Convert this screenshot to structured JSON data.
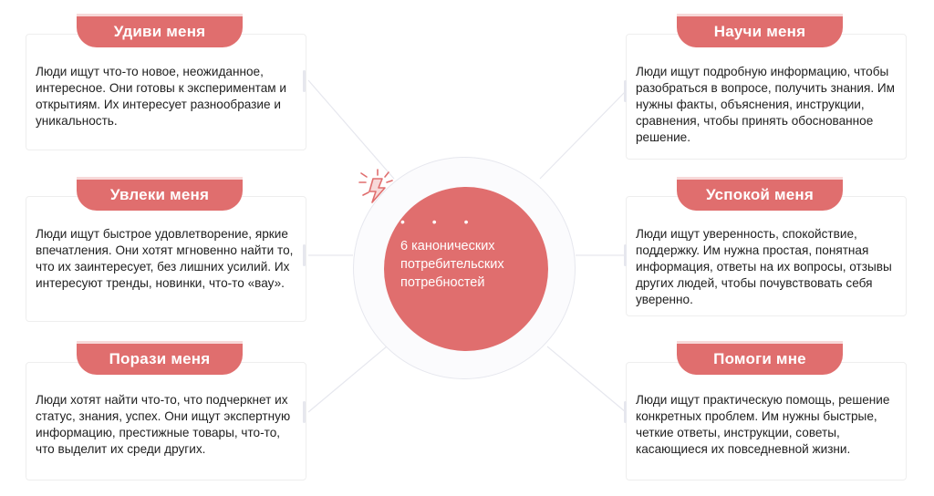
{
  "center": {
    "dots": "• • •",
    "title": "6 канонических потребительских потребностей"
  },
  "cards": [
    {
      "id": "udivi",
      "title": "Удиви меня",
      "text": "Люди ищут что-то новое, неожиданное, интересное. Они готовы к экспериментам и открытиям. Их интересует разнообразие и уникальность."
    },
    {
      "id": "uvleki",
      "title": "Увлеки меня",
      "text": "Люди ищут быстрое удовлетворение, яркие впечатления. Они хотят мгновенно найти то, что их заинтересует, без лишних усилий. Их интересуют тренды, новинки, что-то «вау»."
    },
    {
      "id": "porazi",
      "title": "Порази меня",
      "text": "Люди хотят найти что-то, что подчеркнет их статус, знания, успех. Они ищут экспертную информацию, престижные товары, что-то, что выделит их среди других."
    },
    {
      "id": "nauchi",
      "title": "Научи меня",
      "text": "Люди ищут подробную информацию, чтобы разобраться в вопросе, получить знания. Им нужны факты, объяснения, инструкции, сравнения, чтобы принять обоснованное решение."
    },
    {
      "id": "uspokoi",
      "title": "Успокой меня",
      "text": "Люди ищут уверенность, спокойствие, поддержку. Им нужна простая, понятная информация, ответы на их вопросы, отзывы других людей, чтобы почувствовать себя уверенно."
    },
    {
      "id": "pomogi",
      "title": "Помоги мне",
      "text": "Люди ищут практическую помощь, решение конкретных проблем. Им нужны быстрые, четкие ответы, инструкции, советы, касающиеся их повседневной жизни."
    }
  ],
  "colors": {
    "accent": "#e06e6e",
    "accent_soft": "#f7d9d9",
    "connector": "#e6e7ee",
    "card_border": "#eeeeee"
  },
  "icons": {
    "center_decoration": "lightning-bolt-icon"
  }
}
